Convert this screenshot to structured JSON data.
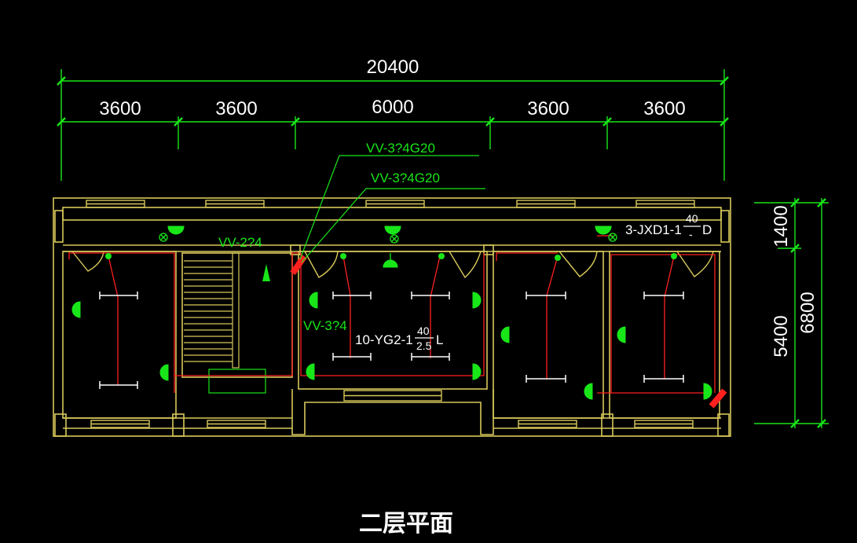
{
  "title": "二层平面",
  "dimensions": {
    "total_width": "20400",
    "bays": [
      "3600",
      "3600",
      "6000",
      "3600",
      "3600"
    ],
    "depth_total": "6800",
    "depth_parts": [
      "1400",
      "5400"
    ]
  },
  "annotations": {
    "cable_a": "VV-3?4G20",
    "cable_b": "VV-3?4G20",
    "cable_stair": "VV-2?4",
    "cable_hall": "VV-3?4",
    "fixture_hall_prefix": "10-YG2-1",
    "fixture_hall_num": "40",
    "fixture_hall_den": "2.5",
    "fixture_hall_suffix": "L",
    "fixture_corridor_prefix": "3-JXD1-1",
    "fixture_corridor_num": "40",
    "fixture_corridor_den": "-",
    "fixture_corridor_suffix": "D"
  },
  "colors": {
    "background": "#000000",
    "walls": "#d8c85a",
    "dimensions": "#19e619",
    "wiring": "#ff2020",
    "fixtures": "#ffffff"
  }
}
